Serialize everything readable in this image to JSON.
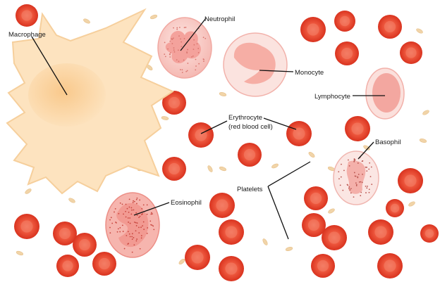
{
  "labels": {
    "macrophage": "Macrophage",
    "neutrophil": "Neutrophil",
    "monocyte": "Monocyte",
    "lymphocyte": "Lymphocyte",
    "erythrocyte": "Erythrocyte",
    "erythrocyte_sub": "(red blood cell)",
    "basophil": "Basophil",
    "eosinophil": "Eosinophil",
    "platelets": "Platelets"
  },
  "colors": {
    "erythrocyte": "#e8412c",
    "erythrocyte_center": "#f47c67",
    "macrophage": "#fbdcae",
    "macrophage_nucleus": "#f8c98a",
    "leukocyte": "#f9d3cf",
    "leukocyte_nucleus": "#f4a3a0",
    "platelet": "#f3d9b3",
    "leader_line": "#111111"
  }
}
